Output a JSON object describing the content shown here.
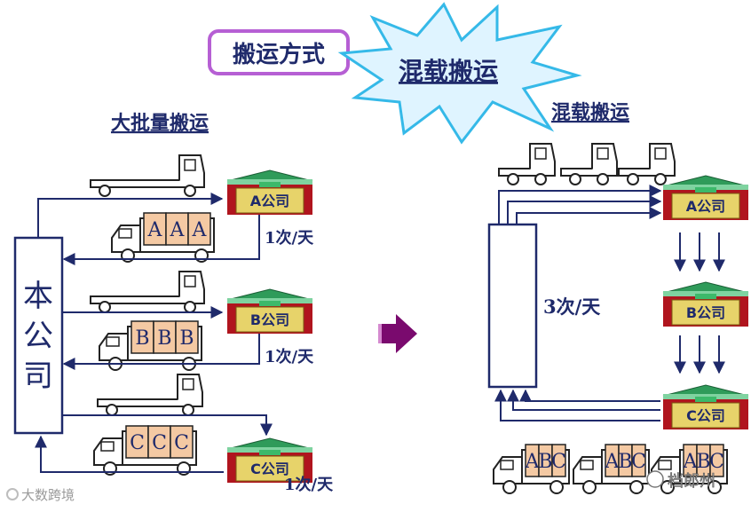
{
  "header": {
    "method_label": "搬运方式",
    "burst_label": "混载搬运"
  },
  "left": {
    "title": "大批量搬运",
    "hq_label": "本公司",
    "rows": [
      {
        "company": "A公司",
        "cargo": "A",
        "freq": "1次/天"
      },
      {
        "company": "B公司",
        "cargo": "B",
        "freq": "1次/天"
      },
      {
        "company": "C公司",
        "cargo": "C",
        "freq": "1次/天"
      }
    ]
  },
  "right": {
    "title": "混载搬运",
    "freq": "3次/天",
    "companies": [
      "A公司",
      "B公司",
      "C公司"
    ],
    "cargo_letters": [
      "A",
      "B",
      "C"
    ]
  },
  "watermarks": {
    "left": "大数跨境",
    "right": "档郎州"
  },
  "colors": {
    "line": "#1f2a6b",
    "arrow_big": "#7a0a6e",
    "cargo_box": "#f4c9a3",
    "warehouse_wall": "#b0151e",
    "warehouse_roof": "#2f9b5a",
    "burst_fill": "#dff4ff",
    "burst_stroke": "#35b9e8",
    "label_border": "#b65fd4"
  }
}
